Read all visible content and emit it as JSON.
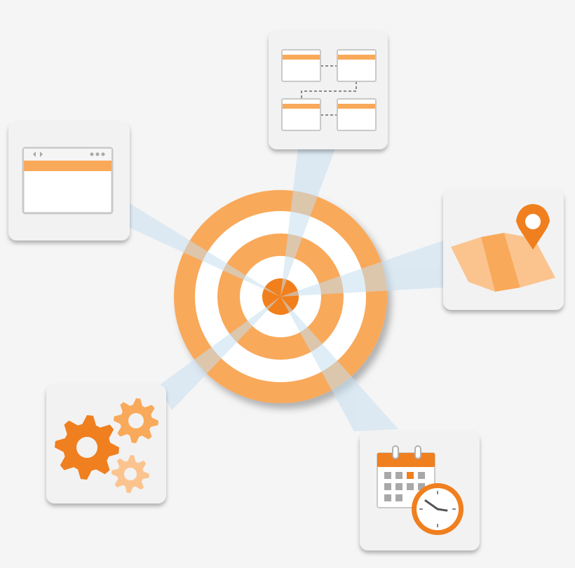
{
  "colors": {
    "background": "#f5f5f5",
    "orange_dark": "#f07f1f",
    "orange_light": "#f9a95a",
    "orange_pale": "#fbc48f",
    "beam": "#c6dff0",
    "card": "#f2f2f2",
    "card_shadow": "#b9b9b9",
    "window_frame": "#c9c9c9",
    "gray_icon": "#a8a8a8"
  },
  "hub": {
    "icon": "target-icon"
  },
  "nodes": [
    {
      "id": "workflow",
      "icon": "workflow-windows-icon"
    },
    {
      "id": "browser",
      "icon": "browser-window-icon"
    },
    {
      "id": "map",
      "icon": "map-location-icon"
    },
    {
      "id": "settings",
      "icon": "gears-icon"
    },
    {
      "id": "schedule",
      "icon": "calendar-clock-icon"
    }
  ]
}
